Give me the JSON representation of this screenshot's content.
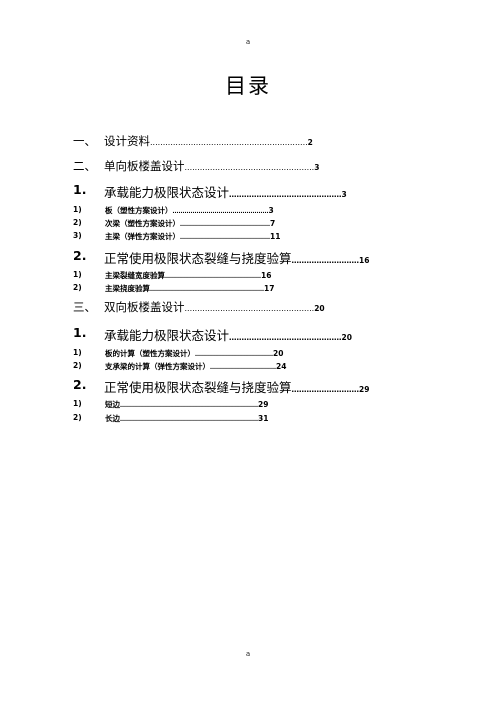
{
  "header_mark": "a",
  "footer_mark": "a",
  "title": "目录",
  "toc": [
    {
      "num": "一、",
      "text": "设计资料",
      "dots": "..............................................................",
      "page": "2"
    },
    {
      "num": "二、",
      "text": "单向板楼盖设计",
      "dots": "...................................................",
      "page": "3"
    },
    {
      "num": "1.",
      "text": "承载能力极限状态设计",
      "dots": "………………………………………",
      "page": "3"
    },
    {
      "num": "1)",
      "text": "板（塑性方案设计）",
      "dots": "…………………………………………",
      "page": "3"
    },
    {
      "num": "2)",
      "text": "次梁（塑性方案设计）",
      "dots": "………………………………………",
      "page": "7"
    },
    {
      "num": "3)",
      "text": "主梁（弹性方案设计）",
      "dots": "………………………………………",
      "page": "11"
    },
    {
      "num": "2.",
      "text": "正常使用极限状态裂缝与挠度验算",
      "dots": "………………………",
      "page": "16"
    },
    {
      "num": "1)",
      "text": "主梁裂缝宽度验算",
      "dots": "…………………………………………",
      "page": "16"
    },
    {
      "num": "2)",
      "text": "主梁挠度验算",
      "dots": "…………………………………………………",
      "page": "17"
    },
    {
      "num": "三、",
      "text": "双向板楼盖设计",
      "dots": "...................................................",
      "page": "20"
    },
    {
      "num": "1.",
      "text": "承载能力极限状态设计",
      "dots": "………………………………………",
      "page": "20"
    },
    {
      "num": "1)",
      "text": "板的计算（塑性方案设计）",
      "dots": "…………………………………",
      "page": "20"
    },
    {
      "num": "2)",
      "text": "支承梁的计算（弹性方案设计）",
      "dots": "……………………………",
      "page": "24"
    },
    {
      "num": "2.",
      "text": "正常使用极限状态裂缝与挠度验算",
      "dots": "………………………",
      "page": "29"
    },
    {
      "num": "1)",
      "text": "短边",
      "dots": "……………………………………………………………",
      "page": "29"
    },
    {
      "num": "2)",
      "text": "长边",
      "dots": "……………………………………………………………",
      "page": "31"
    }
  ]
}
